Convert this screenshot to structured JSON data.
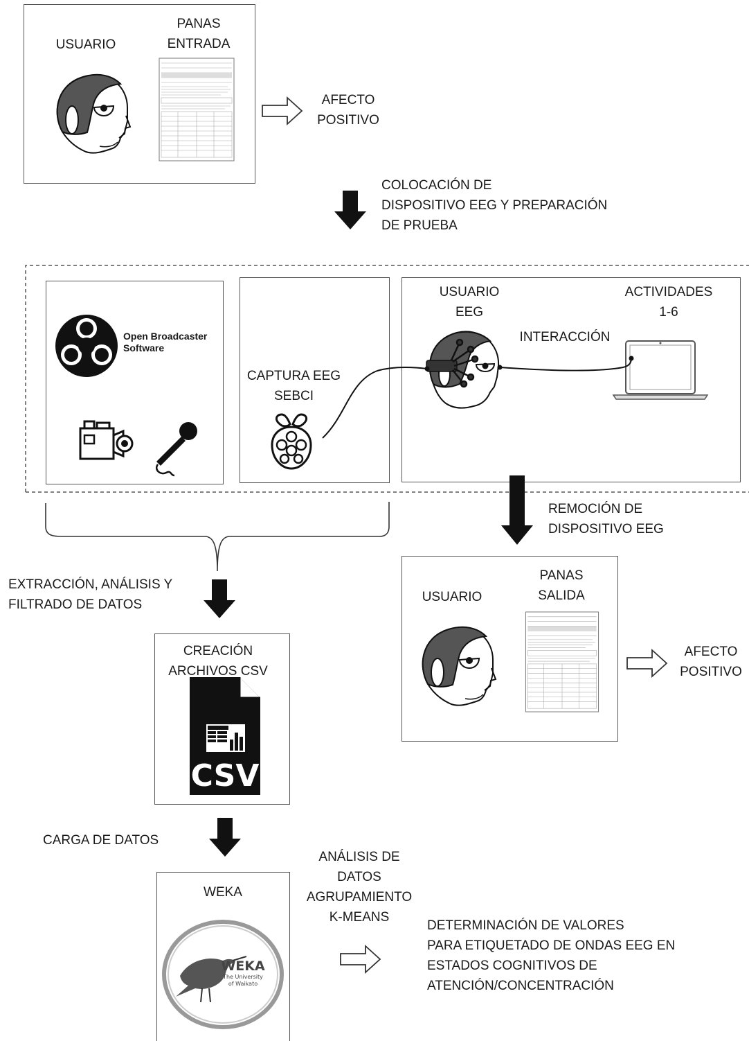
{
  "entrada": {
    "usuario": "USUARIO",
    "panas": [
      "PANAS",
      "ENTRADA"
    ],
    "afecto": [
      "AFECTO",
      "POSITIVO"
    ]
  },
  "paso_colocacion": [
    "COLOCACIÓN DE",
    "DISPOSITIVO EEG Y PREPARACIÓN",
    "DE PRUEBA"
  ],
  "captura": {
    "obs_name": [
      "Open Broadcaster",
      "Software"
    ],
    "captura_eeg": [
      "CAPTURA EEG",
      "SEBCI"
    ],
    "usuario_eeg": [
      "USUARIO",
      "EEG"
    ],
    "interaccion": "INTERACCIÓN",
    "actividades": [
      "ACTIVIDADES",
      "1-6"
    ]
  },
  "paso_remocion": [
    "REMOCIÓN DE",
    "DISPOSITIVO EEG"
  ],
  "salida": {
    "usuario": "USUARIO",
    "panas": [
      "PANAS",
      "SALIDA"
    ],
    "afecto": [
      "AFECTO",
      "POSITIVO"
    ]
  },
  "paso_extraccion": [
    "EXTRACCIÓN, ANÁLISIS  Y",
    "FILTRADO DE DATOS"
  ],
  "csv": {
    "title": [
      "CREACIÓN",
      "ARCHIVOS CSV"
    ],
    "file_label": "CSV"
  },
  "paso_carga": "CARGA DE DATOS",
  "weka": {
    "title": "WEKA",
    "logo_text": [
      "WEKA",
      "The University",
      "of Waikato"
    ]
  },
  "analisis": [
    "ANÁLISIS DE",
    "DATOS",
    "AGRUPAMIENTO",
    "K-MEANS"
  ],
  "resultado": [
    "DETERMINACIÓN DE VALORES",
    "PARA ETIQUETADO DE ONDAS EEG EN",
    "ESTADOS COGNITIVOS DE",
    "ATENCIÓN/CONCENTRACIÓN"
  ]
}
